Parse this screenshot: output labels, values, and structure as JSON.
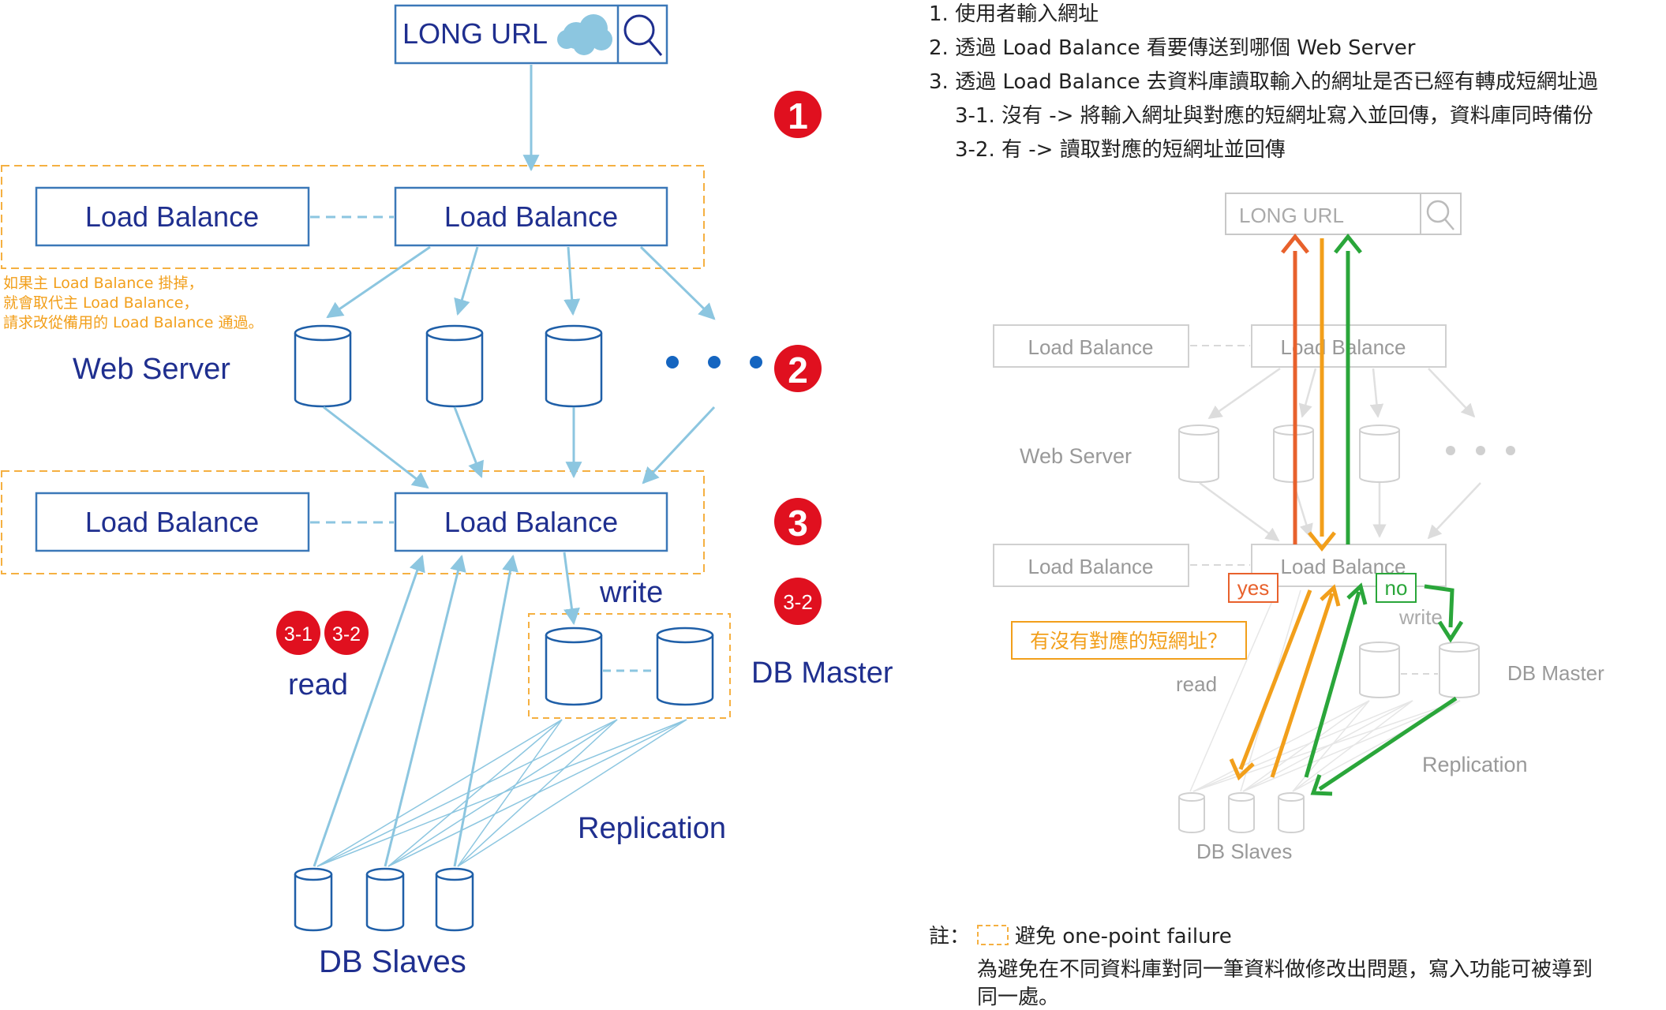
{
  "left": {
    "search_text": "LONG URL",
    "lb_top_left": "Load Balance",
    "lb_top_right": "Load Balance",
    "failover_note": [
      "如果主 Load Balance  掛掉，",
      "就會取代主 Load Balance，",
      "請求改從備用的 Load Balance 通過。"
    ],
    "web_server_label": "Web Server",
    "lb_mid_left": "Load Balance",
    "lb_mid_right": "Load Balance",
    "write_label": "write",
    "read_label": "read",
    "db_master_label": "DB Master",
    "replication_label": "Replication",
    "db_slaves_label": "DB Slaves",
    "badge_1": "1",
    "badge_2": "2",
    "badge_3": "3",
    "badge_3_1": "3-1",
    "badge_3_2a": "3-2",
    "badge_3_2b": "3-2"
  },
  "steps": [
    "1. 使用者輸入網址",
    "2. 透過 Load Balance 看要傳送到哪個 Web Server",
    "3. 透過 Load Balance 去資料庫讀取輸入的網址是否已經有轉成短網址過",
    "3-1. 沒有 -> 將輸入網址與對應的短網址寫入並回傳，資料庫同時備份",
    "3-2. 有 -> 讀取對應的短網址並回傳"
  ],
  "right": {
    "search_text": "LONG URL",
    "lb_top_left": "Load Balance",
    "lb_top_right": "Load Balance",
    "web_server_label": "Web Server",
    "lb_mid_left": "Load Balance",
    "lb_mid_right": "Load Balance",
    "yes_label": "yes",
    "no_label": "no",
    "write_label": "write",
    "question_label": "有沒有對應的短網址？",
    "read_label": "read",
    "db_master_label": "DB Master",
    "replication_label": "Replication",
    "db_slaves_label": "DB Slaves"
  },
  "note": {
    "prefix": "註：",
    "line1": "避免 one-point failure",
    "line2": "為避免在不同資料庫對同一筆資料做修改出問題，寫入功能可被導到",
    "line3": "同一處。"
  },
  "colors": {
    "navy": "#1f2f8f",
    "box_border": "#3b78b8",
    "arrow_blue": "#8cc6e0",
    "dashed_orange": "#f5b041",
    "badge_red": "#e0101f",
    "dot_blue": "#1565c0",
    "faded": "#c8c8c8",
    "faded_text": "#999999",
    "orange_red": "#e8612c",
    "orange": "#f29f1b",
    "green": "#2aa63a"
  }
}
